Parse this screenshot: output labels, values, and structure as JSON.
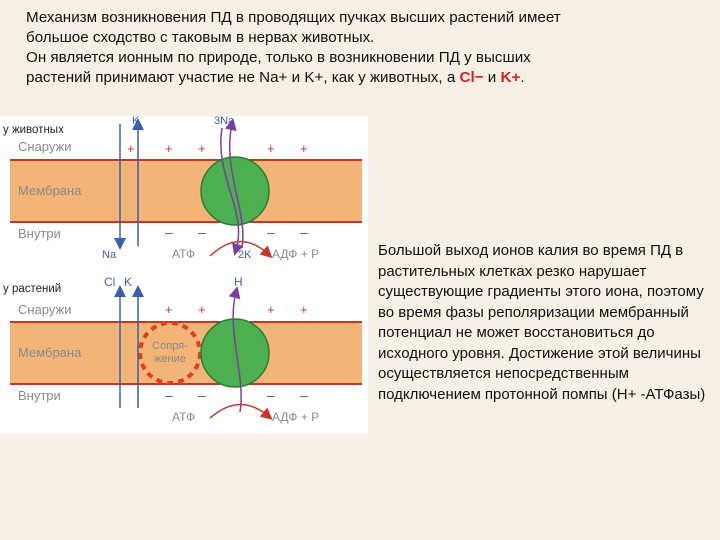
{
  "intro": {
    "line1": "Механизм возникновения ПД в проводящих пучках высших растений имеет",
    "line2": "большое сходство с таковым в нервах животных.",
    "line3": "Он является ионным по природе, только в возникновении ПД у высших",
    "line4_before": "растений принимают участие не Na+ и K+, как у животных, а ",
    "ion1": "Cl−",
    "and": " и ",
    "ion2": "K+",
    "period": "."
  },
  "side_text": "Большой выход ионов калия во время ПД в растительных клетках резко нарушает существующие градиенты этого иона, поэтому во время фазы реполяризации мембранный потенциал не может восстановиться до исходного уровня. Достижение этой величины осуществляется непосредственным подключением протонной помпы (Н+ -АТФазы)",
  "figure": {
    "animal": {
      "title": "у животных",
      "outside": "Снаружи",
      "membrane": "Мембрана",
      "inside": "Внутри",
      "ion_top_left": "K",
      "ion_top_right": "3Na",
      "ion_bottom_left": "Na",
      "atp": "АТФ",
      "adp": "АДФ + P",
      "ion_bottom_right": "2K",
      "plus": "+",
      "minus": "–"
    },
    "plant": {
      "title": "у растений",
      "outside": "Снаружи",
      "membrane": "Мембрана",
      "inside": "Внутри",
      "ion_cl": "Cl",
      "ion_k": "K",
      "ion_h": "H",
      "coupling_1": "Сопря-",
      "coupling_2": "жение",
      "atp": "АТФ",
      "adp": "АДФ + P",
      "plus": "+",
      "minus": "–"
    }
  },
  "colors": {
    "background": "#f7efe4",
    "membrane": "#f2b477",
    "membrane_line": "#c0392b",
    "pump": "#4caf50",
    "arrow_blue": "#3a5fae",
    "arrow_purple": "#7b3f9e",
    "coupling": "#e03c1f",
    "label_gray": "#8a8a8a"
  }
}
